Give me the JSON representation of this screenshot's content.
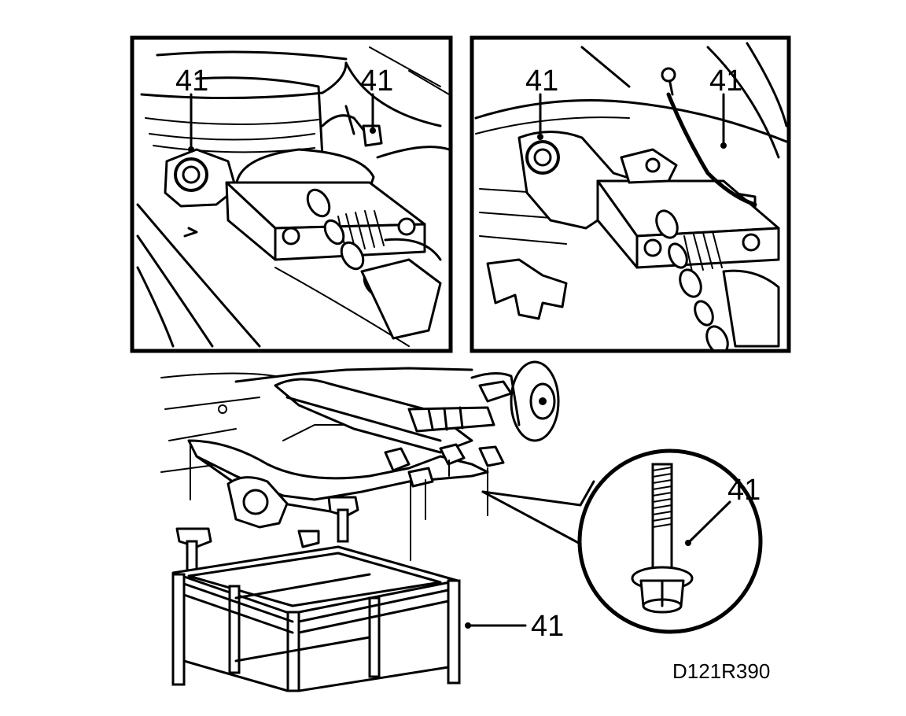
{
  "figure": {
    "reference_code": "D121R390",
    "callouts": {
      "top_left_a": "41",
      "top_left_b": "41",
      "top_right_a": "41",
      "top_right_b": "41",
      "bolt": "41",
      "stand": "41"
    }
  }
}
